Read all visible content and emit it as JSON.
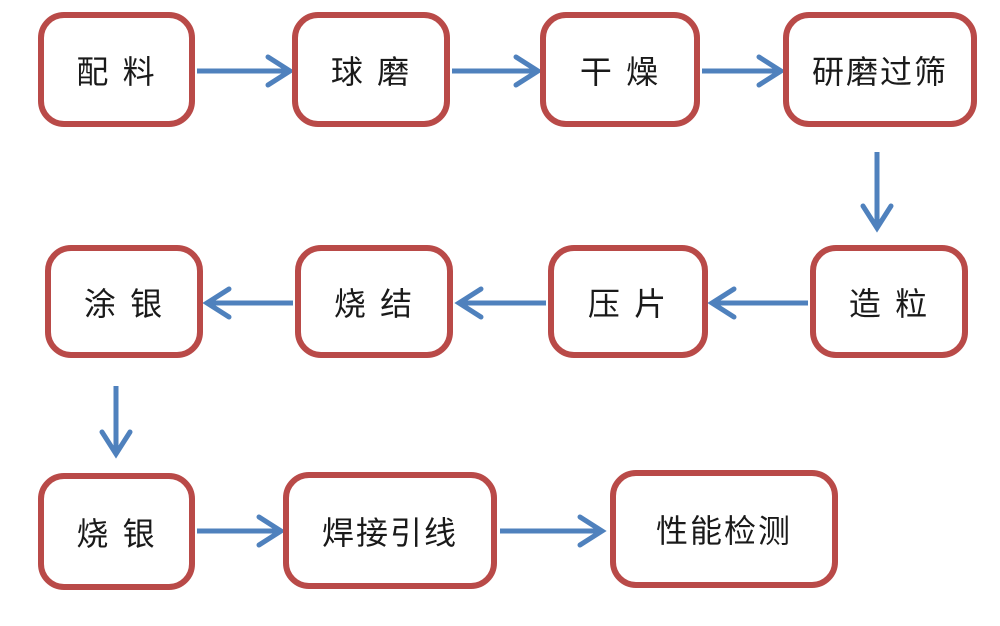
{
  "diagram": {
    "type": "flowchart",
    "colors": {
      "box_border": "#b94a48",
      "arrow": "#4f81bd",
      "text": "#1a1a1a",
      "background": "#ffffff"
    },
    "nodes": [
      {
        "id": "peiliao",
        "label": "配 料"
      },
      {
        "id": "qiumo",
        "label": "球 磨"
      },
      {
        "id": "ganzao",
        "label": "干 燥"
      },
      {
        "id": "yanmo-guoshai",
        "label": "研磨过筛"
      },
      {
        "id": "zaoli",
        "label": "造 粒"
      },
      {
        "id": "yapian",
        "label": "压 片"
      },
      {
        "id": "shaojie",
        "label": "烧 结"
      },
      {
        "id": "tuyin",
        "label": "涂 银"
      },
      {
        "id": "shaoyin",
        "label": "烧 银"
      },
      {
        "id": "hanjie-yinxian",
        "label": "焊接引线"
      },
      {
        "id": "xingneng-jiance",
        "label": "性能检测"
      }
    ],
    "edges": [
      {
        "from": "配 料",
        "to": "球 磨",
        "direction": "right"
      },
      {
        "from": "球 磨",
        "to": "干 燥",
        "direction": "right"
      },
      {
        "from": "干 燥",
        "to": "研磨过筛",
        "direction": "right"
      },
      {
        "from": "研磨过筛",
        "to": "造 粒",
        "direction": "down"
      },
      {
        "from": "造 粒",
        "to": "压 片",
        "direction": "left"
      },
      {
        "from": "压 片",
        "to": "烧 结",
        "direction": "left"
      },
      {
        "from": "烧 结",
        "to": "涂 银",
        "direction": "left"
      },
      {
        "from": "涂 银",
        "to": "烧 银",
        "direction": "down"
      },
      {
        "from": "烧 银",
        "to": "焊接引线",
        "direction": "right"
      },
      {
        "from": "焊接引线",
        "to": "性能检测",
        "direction": "right"
      }
    ]
  }
}
